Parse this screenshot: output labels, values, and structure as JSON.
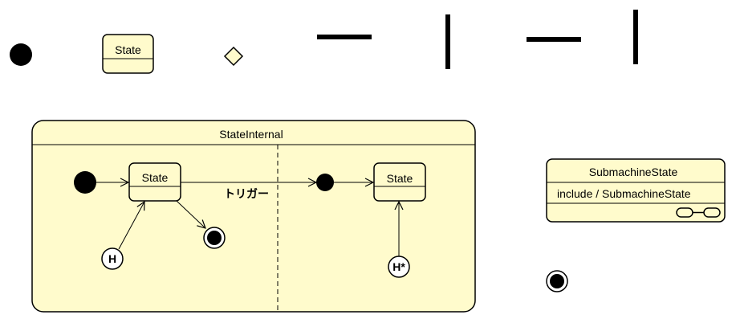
{
  "palette": {
    "state_fill": "#fffbcc",
    "stroke": "#000000",
    "background": "#ffffff"
  },
  "toolbox": {
    "initial_pseudostate": "initial-node-icon",
    "state_label": "State",
    "choice": "choice-diamond-icon",
    "fork_horizontal": "fork-bar-horizontal-icon",
    "fork_vertical": "fork-bar-vertical-icon",
    "join_horizontal": "join-bar-horizontal-icon",
    "join_vertical": "join-bar-vertical-icon"
  },
  "composite": {
    "name": "StateInternal",
    "left_region": {
      "state_label": "State",
      "shallow_history_label": "H"
    },
    "right_region": {
      "state_label": "State",
      "deep_history_label": "H*"
    },
    "transition_label": "トリガー"
  },
  "submachine": {
    "name": "SubmachineState",
    "activity": "include / SubmachineState",
    "submachine_icon": "submachine-link-icon"
  },
  "standalone_final": "final-state-icon"
}
